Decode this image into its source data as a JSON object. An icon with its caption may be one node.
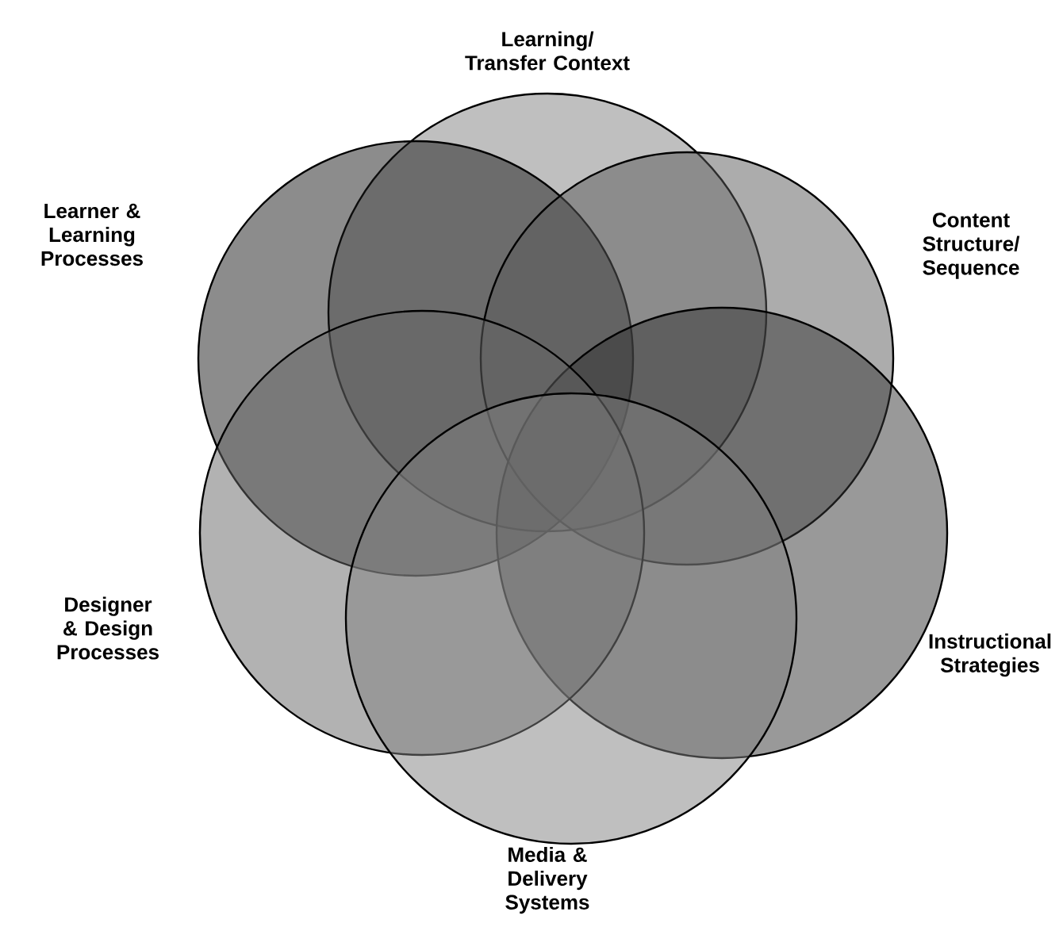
{
  "diagram": {
    "nodes": [
      {
        "text": [
          "Learning/ Transfer Context"
        ]
      },
      {
        "text": [
          "Learner & Learning Processes"
        ]
      },
      {
        "text": [
          "Content Structure/ Sequence"
        ]
      },
      {
        "text": [
          "Instructional Strategies"
        ]
      },
      {
        "text": [
          "Designer & Design Processes"
        ]
      },
      {
        "text": [
          "Media & Delivery Systems"
        ]
      }
    ],
    "edges": []
  }
}
